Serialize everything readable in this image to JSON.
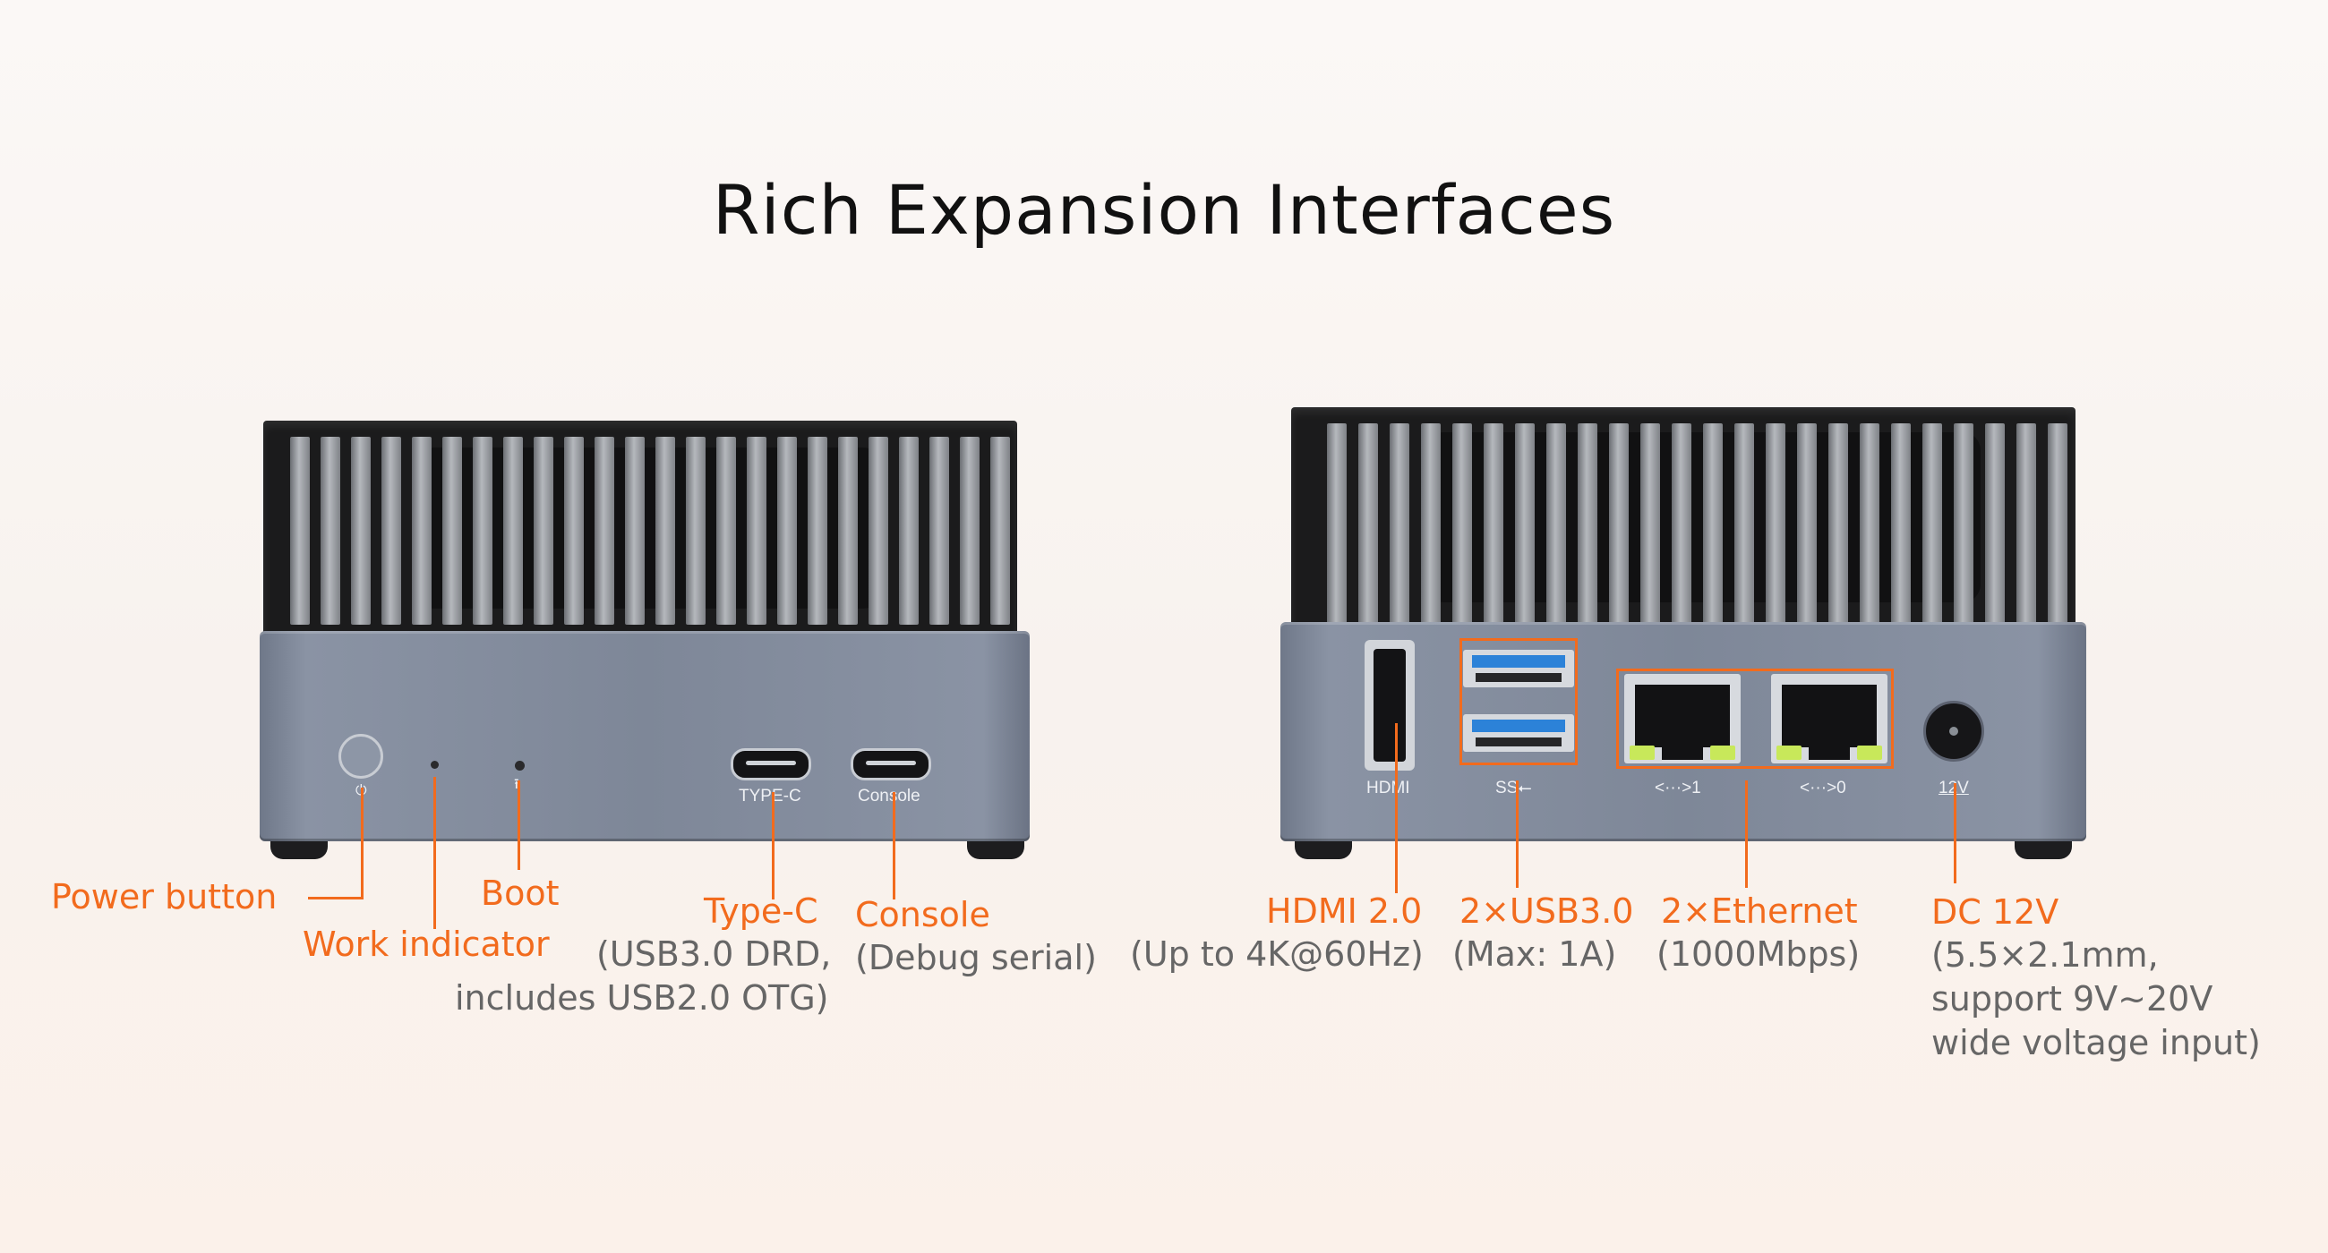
{
  "title": "Rich Expansion Interfaces",
  "colors": {
    "accent": "#f26b1d",
    "chassis": "#7e8798",
    "heatsink": "#1b1b1c",
    "usb_blue": "#2c82d8"
  },
  "front_device": {
    "port_labels": {
      "typec": "TYPE-C",
      "console": "Console"
    },
    "callouts": {
      "power_button": "Power button",
      "work_indicator": "Work indicator",
      "boot": "Boot",
      "type_c": "Type-C",
      "type_c_sub1": "(USB3.0 DRD,",
      "type_c_sub2": "includes USB2.0 OTG)",
      "console": "Console",
      "console_sub": "(Debug serial)"
    }
  },
  "rear_device": {
    "port_labels": {
      "hdmi": "HDMI",
      "usb": "SS⭠",
      "eth1": "<···>1",
      "eth0": "<···>0",
      "dc": "12V"
    },
    "callouts": {
      "hdmi": "HDMI 2.0",
      "hdmi_sub": "(Up to 4K@60Hz)",
      "usb": "2×USB3.0",
      "usb_sub": "(Max: 1A)",
      "ethernet": "2×Ethernet",
      "ethernet_sub": "(1000Mbps)",
      "dc": "DC 12V",
      "dc_sub1": "(5.5×2.1mm,",
      "dc_sub2": "support  9V~20V",
      "dc_sub3": "wide voltage input)"
    }
  }
}
